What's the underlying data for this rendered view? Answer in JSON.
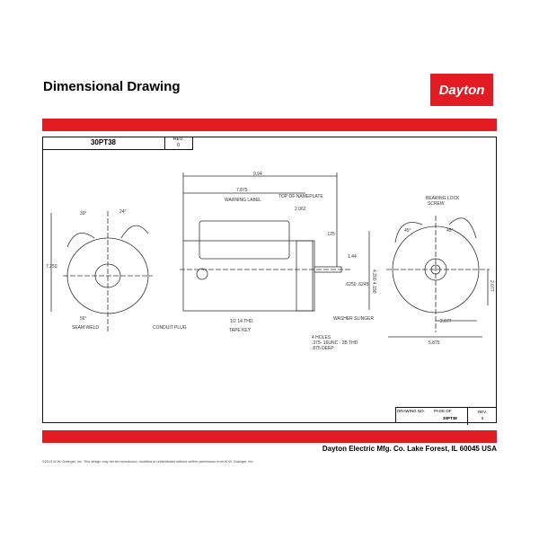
{
  "header": {
    "title": "Dimensional Drawing",
    "logo": "Dayton"
  },
  "drawing": {
    "number": "30PT38",
    "rev_label": "REV.",
    "rev": "0",
    "labels": {
      "dim_994": "9.94",
      "dim_7875": "7.875",
      "warning_label": "WARNING LABEL",
      "top_nameplate": "TOP OF NAMEPLATE",
      "dim_2062": "2.062",
      "dim_125": ".125",
      "dim_144": "1.44",
      "dim_4200": "4.200 4.190",
      "dim_6250": ".6250 .6245",
      "thd": "1/2 14 THD",
      "tape_key": "TAPE KEY",
      "washer": "WASHER SLINGER",
      "holes": "4 HOLES",
      "holes2": ".375- 16UNC - 2B THD",
      "holes3": ".875 DEEP",
      "ang39": "39°",
      "ang24": "24°",
      "ang56": "56°",
      "dim_7250": "7.250",
      "seam_weld": "SEAM WELD",
      "conduit_plug": "CONDUIT PLUG",
      "bearing_lock": "BEARING LOCK",
      "screw": "SCREW",
      "ang45a": "45°",
      "ang45b": "45°",
      "dim_2077v": "2.077",
      "dim_2077h": "2.077",
      "dim_5875": "5.875"
    }
  },
  "title_block": {
    "drawing_no_label": "DRAWING NO.",
    "page_label": "PAGE OF",
    "number": "30PT38",
    "rev_label": "REV.",
    "rev": "0"
  },
  "footer": {
    "company": "Dayton Electric Mfg. Co.  Lake Forest, IL  60045  USA",
    "copyright": "©2013 W.W. Grainger, Inc.  This design may not be reproduced, modified or redistributed without written permission from W.W. Grainger, Inc."
  }
}
